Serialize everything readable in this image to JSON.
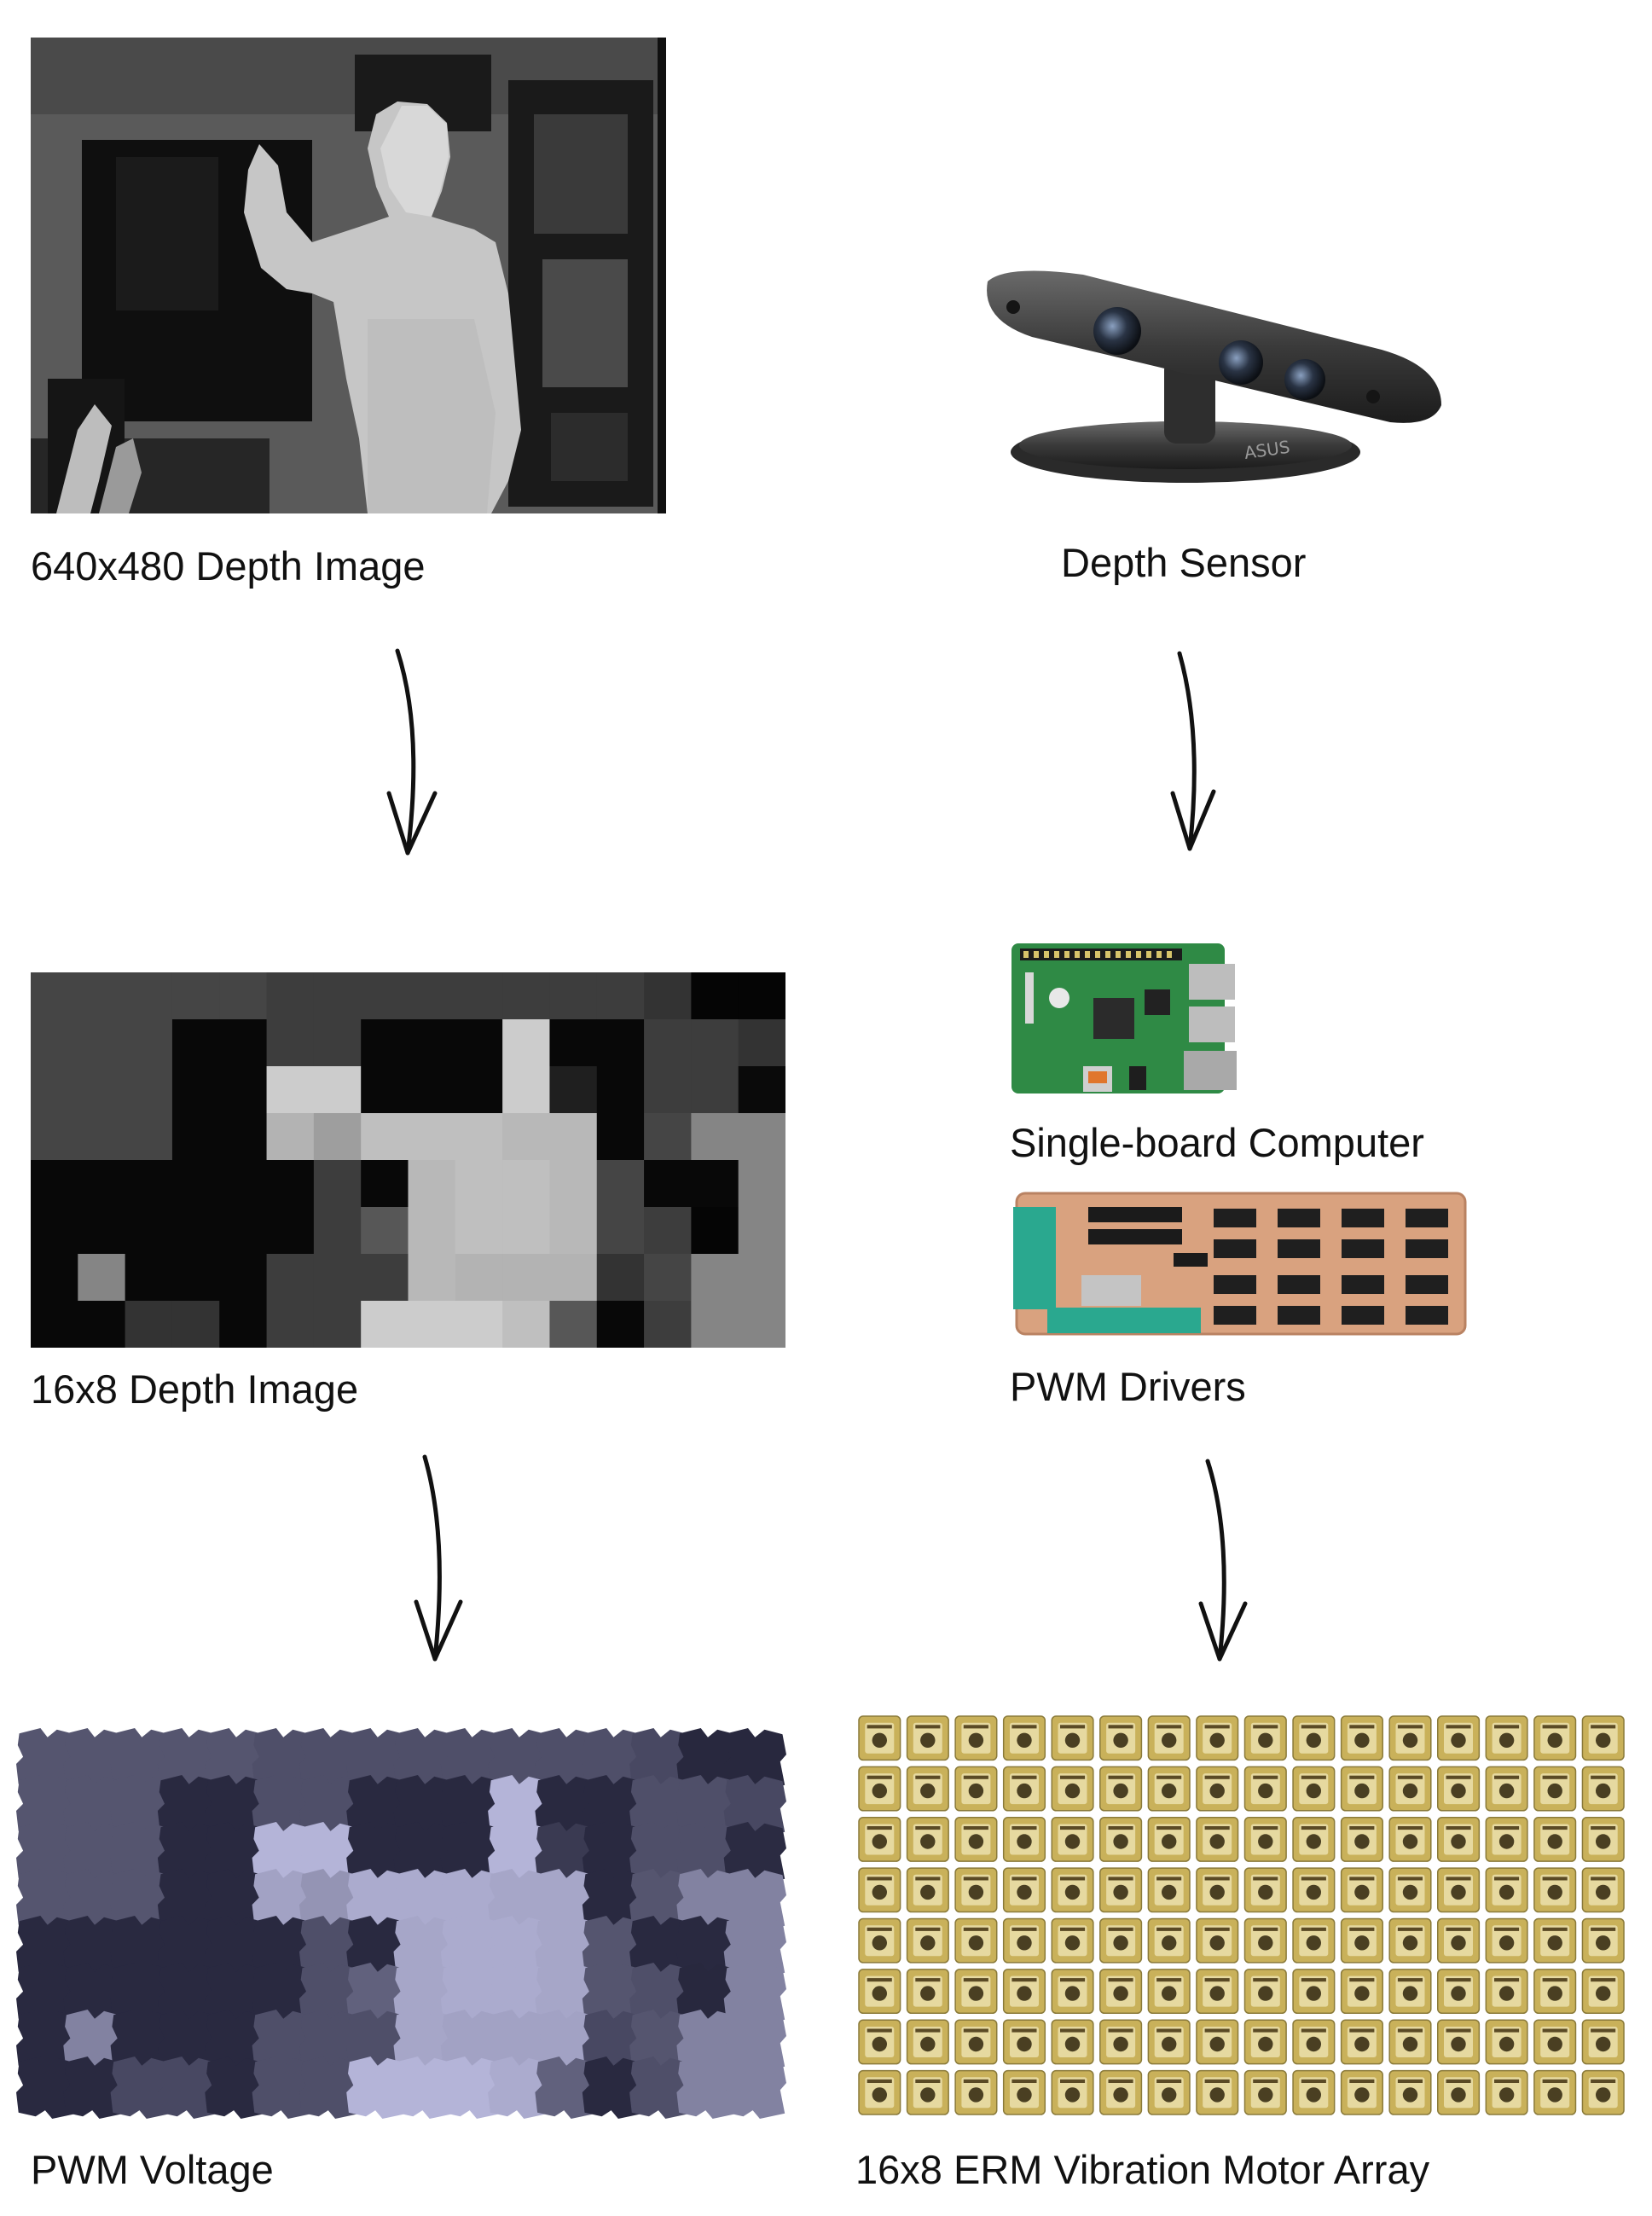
{
  "labels": {
    "depth_image_full": "640x480 Depth Image",
    "depth_sensor": "Depth Sensor",
    "depth_image_small": "16x8 Depth Image",
    "sbc": "Single-board Computer",
    "pwm_drivers": "PWM Drivers",
    "pwm_voltage": "PWM Voltage",
    "motor_array": "16x8 ERM Vibration Motor Array"
  },
  "sensor_brand": "ASUS",
  "grid": {
    "cols": 16,
    "rows": 8,
    "values": [
      [
        0.27,
        0.27,
        0.27,
        0.27,
        0.27,
        0.24,
        0.24,
        0.24,
        0.24,
        0.24,
        0.24,
        0.24,
        0.24,
        0.2,
        0.02,
        0.02
      ],
      [
        0.27,
        0.27,
        0.27,
        0.03,
        0.03,
        0.24,
        0.24,
        0.03,
        0.03,
        0.03,
        0.8,
        0.03,
        0.03,
        0.24,
        0.24,
        0.2
      ],
      [
        0.27,
        0.27,
        0.27,
        0.03,
        0.03,
        0.8,
        0.8,
        0.03,
        0.03,
        0.03,
        0.8,
        0.12,
        0.03,
        0.24,
        0.24,
        0.04
      ],
      [
        0.27,
        0.27,
        0.27,
        0.03,
        0.03,
        0.7,
        0.62,
        0.75,
        0.75,
        0.75,
        0.72,
        0.72,
        0.03,
        0.27,
        0.52,
        0.52
      ],
      [
        0.03,
        0.03,
        0.03,
        0.03,
        0.03,
        0.03,
        0.24,
        0.03,
        0.72,
        0.75,
        0.75,
        0.72,
        0.27,
        0.03,
        0.03,
        0.52
      ],
      [
        0.03,
        0.03,
        0.03,
        0.03,
        0.03,
        0.03,
        0.24,
        0.34,
        0.72,
        0.75,
        0.75,
        0.72,
        0.27,
        0.24,
        0.02,
        0.52
      ],
      [
        0.03,
        0.52,
        0.03,
        0.03,
        0.03,
        0.24,
        0.24,
        0.24,
        0.72,
        0.7,
        0.7,
        0.7,
        0.2,
        0.27,
        0.52,
        0.52
      ],
      [
        0.03,
        0.03,
        0.2,
        0.2,
        0.03,
        0.24,
        0.24,
        0.8,
        0.8,
        0.8,
        0.75,
        0.34,
        0.03,
        0.24,
        0.52,
        0.52
      ]
    ]
  },
  "colors": {
    "board_green": "#2f8a45",
    "driver_board": "#d9a27f",
    "terminal_teal": "#2aa88f",
    "motor_tile": "#c9b15a",
    "pwm_dark": "#24243a",
    "pwm_light": "#b4b4d8"
  }
}
